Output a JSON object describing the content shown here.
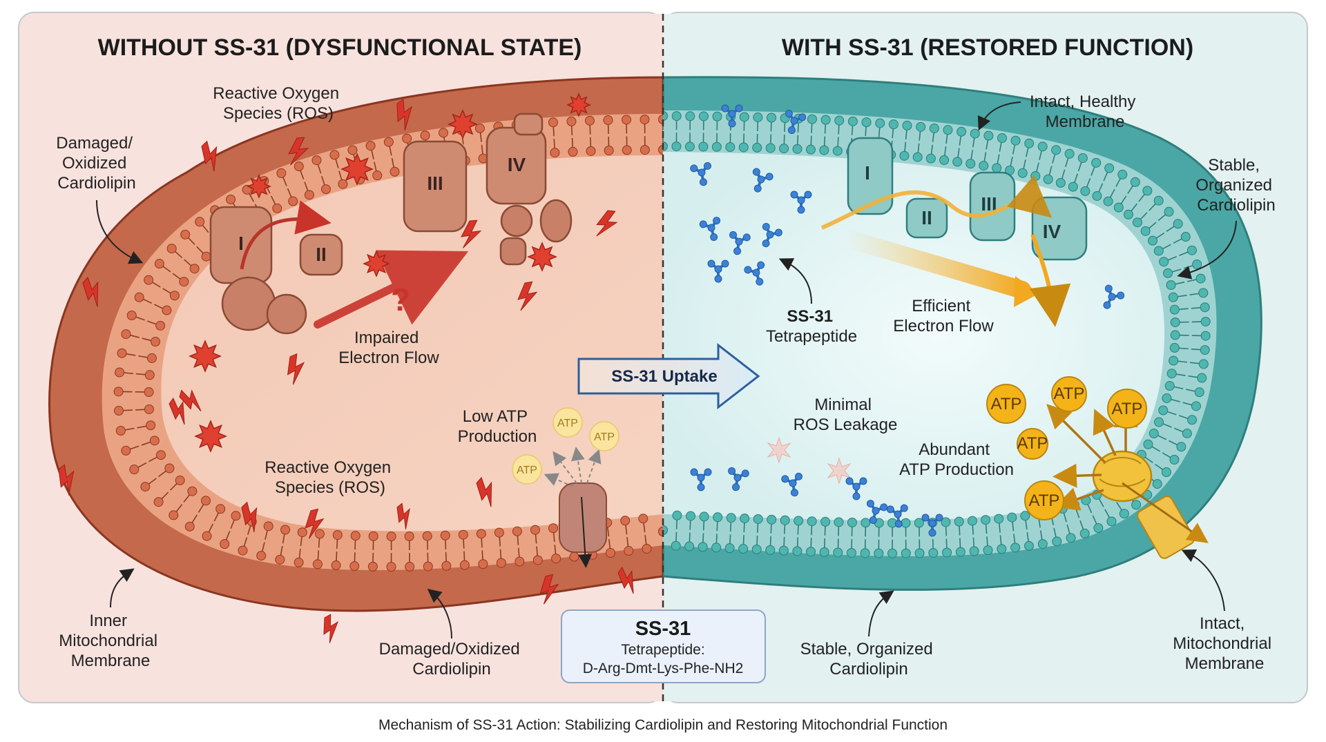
{
  "headers": {
    "left": "WITHOUT SS-31 (DYSFUNCTIONAL STATE)",
    "right": "WITH SS-31 (RESTORED FUNCTION)"
  },
  "left_labels": {
    "ros_top": [
      "Reactive Oxygen",
      "Species (ROS)"
    ],
    "damaged_cardiolipin_left": [
      "Damaged/",
      "Oxidized",
      "Cardiolipin"
    ],
    "impaired_flow": [
      "Impaired",
      "Electron Flow"
    ],
    "low_atp": [
      "Low ATP",
      "Production"
    ],
    "ros_bottom": [
      "Reactive Oxygen",
      "Species (ROS)"
    ],
    "inner_membrane": [
      "Inner",
      "Mitochondrial",
      "Membrane"
    ],
    "damaged_cardiolipin_bottom": [
      "Damaged/Oxidized",
      "Cardiolipin"
    ],
    "question_mark": "?"
  },
  "right_labels": {
    "intact_healthy": [
      "Intact, Healthy",
      "Membrane"
    ],
    "stable_cardiolipin_right": [
      "Stable,",
      "Organized",
      "Cardiolipin"
    ],
    "ss31_tetrapeptide": [
      "SS-31",
      "Tetrapeptide"
    ],
    "efficient_flow": [
      "Efficient",
      "Electron Flow"
    ],
    "minimal_ros": [
      "Minimal",
      "ROS Leakage"
    ],
    "abundant_atp": [
      "Abundant",
      "ATP Production"
    ],
    "stable_cardiolipin_bottom": [
      "Stable, Organized",
      "Cardiolipin"
    ],
    "intact_mito": [
      "Intact,",
      "Mitochondrial",
      "Membrane"
    ]
  },
  "complexes": {
    "left": [
      "I",
      "II",
      "III",
      "IV"
    ],
    "right": [
      "I",
      "II",
      "III",
      "IV"
    ]
  },
  "atp_label": "ATP",
  "uptake_arrow": "SS-31 Uptake",
  "info_box": {
    "title": "SS-31",
    "line1": "Tetrapeptide:",
    "line2": "D-Arg-Dmt-Lys-Phe-NH2"
  },
  "caption": "Mechanism of SS-31 Action: Stabilizing Cardiolipin and Restoring Mitochondrial Function",
  "colors": {
    "left_bg": "#f8e2de",
    "right_bg": "#e3f1f1",
    "damaged_membrane": "#c7603f",
    "healthy_membrane": "#3f9e9c",
    "ros_red": "#d63a2e",
    "atp_gold": "#f2b316",
    "ss31_blue": "#2f73c6"
  }
}
